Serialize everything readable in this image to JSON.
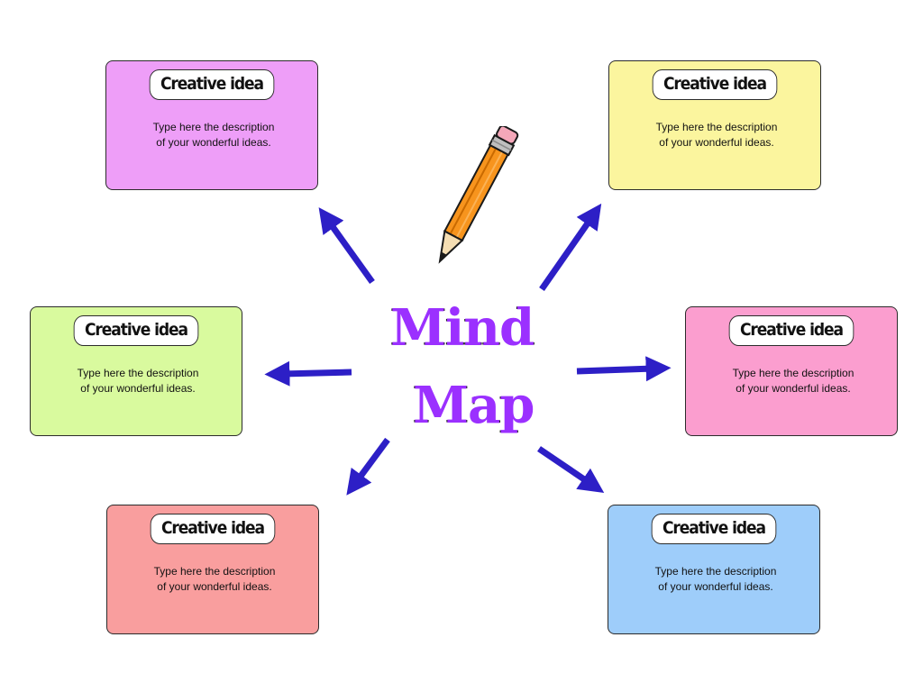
{
  "diagram": {
    "center": {
      "line1": "Mind",
      "line2": "Map"
    },
    "cards": [
      {
        "id": "top-left",
        "color": "#ee9ef8",
        "title": "Creative idea",
        "description": "Type here the description of your wonderful ideas."
      },
      {
        "id": "top-right",
        "color": "#fbf59e",
        "title": "Creative idea",
        "description": "Type here the description of your wonderful ideas."
      },
      {
        "id": "middle-left",
        "color": "#d9fa9e",
        "title": "Creative idea",
        "description": "Type here the description of your wonderful ideas."
      },
      {
        "id": "middle-right",
        "color": "#fb9ecf",
        "title": "Creative idea",
        "description": "Type here the description of your wonderful ideas."
      },
      {
        "id": "bottom-left",
        "color": "#f99e9e",
        "title": "Creative idea",
        "description": "Type here the description of your wonderful ideas."
      },
      {
        "id": "bottom-right",
        "color": "#9ecdfa",
        "title": "Creative idea",
        "description": "Type here the description of your wonderful ideas."
      }
    ],
    "colors": {
      "arrow": "#2d1fc6",
      "center_text": "#9b30ff",
      "pencil_body": "#f7941d",
      "pencil_eraser": "#f4a7b9"
    },
    "icons": [
      "pencil-icon",
      "arrow-icon"
    ]
  }
}
